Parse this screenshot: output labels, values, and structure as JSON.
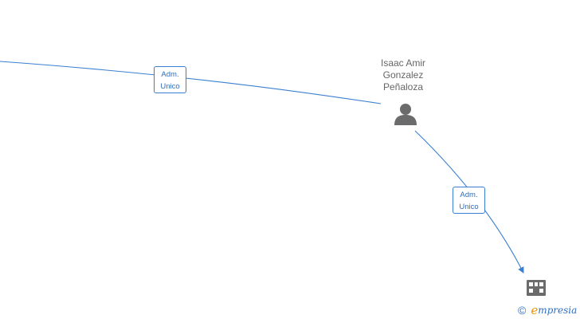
{
  "edges": [
    {
      "label_line1": "Adm.",
      "label_line2": "Unico"
    },
    {
      "label_line1": "Adm.",
      "label_line2": "Unico"
    }
  ],
  "person": {
    "name_line1": "Isaac Amir",
    "name_line2": "Gonzalez",
    "name_line3": "Peñaloza",
    "icon": "person-icon"
  },
  "company": {
    "icon": "building-icon"
  },
  "branding": {
    "copyright_symbol": "©",
    "logo_e": "e",
    "logo_rest": "mpresia"
  },
  "colors": {
    "edge": "#3a7fd0",
    "label_text": "#2f6fbf",
    "node_icon": "#6b6b6b",
    "name_text": "#666666",
    "logo_accent": "#f29400"
  }
}
